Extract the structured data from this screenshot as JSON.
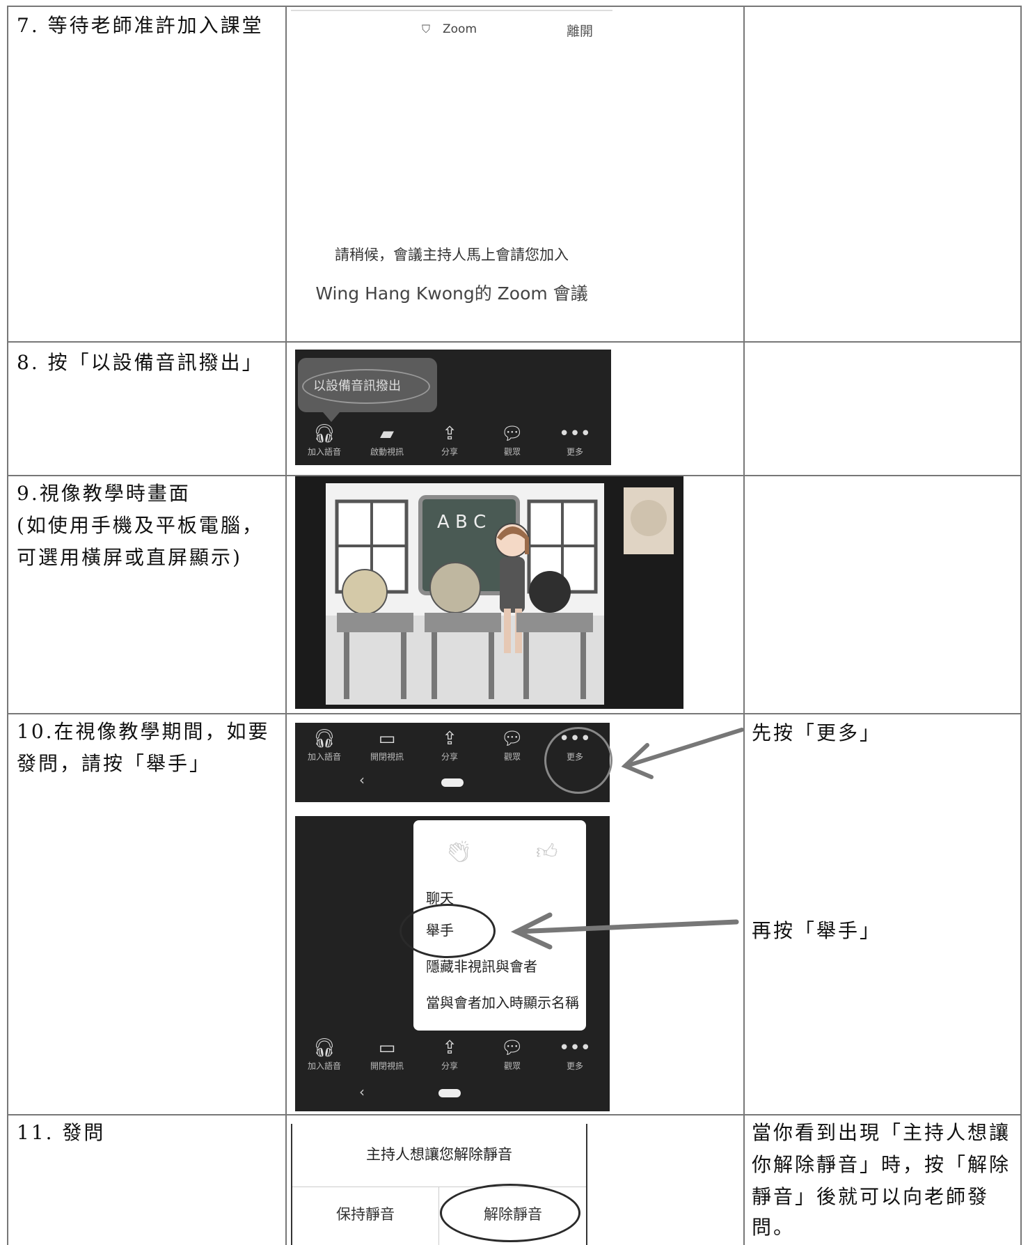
{
  "rows": {
    "r7": {
      "step": "7. 等待老師准許加入課堂",
      "zoom_label": "Zoom",
      "leave_label": "離開",
      "wait_message": "請稍候，會議主持人馬上會請您加入",
      "meeting_name": "Wing Hang Kwong的 Zoom 會議"
    },
    "r8": {
      "step": "8. 按「以設備音訊撥出」",
      "tooltip": "以設備音訊撥出",
      "toolbar": [
        "加入語音",
        "啟動視訊",
        "分享",
        "觀眾",
        "更多"
      ]
    },
    "r9": {
      "line1": "9.視像教學時畫面",
      "line2": "(如使用手機及平板電腦，",
      "line3": "可選用橫屏或直屏顯示)",
      "board_text": "A B C"
    },
    "r10": {
      "line1": "10.在視像教學期間，如要",
      "line2": "發問，請按「舉手」",
      "toolbar": [
        "加入語音",
        "開閉視訊",
        "分享",
        "觀眾",
        "更多"
      ],
      "menu_items": [
        "聊天",
        "舉手",
        "隱藏非視訊與會者",
        "當與會者加入時顯示名稱"
      ],
      "note_more": "先按「更多」",
      "note_raise": "再按「舉手」"
    },
    "r11": {
      "step": "11. 發問",
      "dialog_title": "主持人想讓您解除靜音",
      "keep_muted": "保持靜音",
      "unmute": "解除靜音",
      "note_line1": "當你看到出現「主持人想讓",
      "note_line2": "你解除靜音」時，按「解除",
      "note_line3": "靜音」後就可以向老師發",
      "note_line4": "問。"
    }
  },
  "colors": {
    "dark_ui": "#222222",
    "grid": "#777777",
    "arrow": "#777777"
  }
}
